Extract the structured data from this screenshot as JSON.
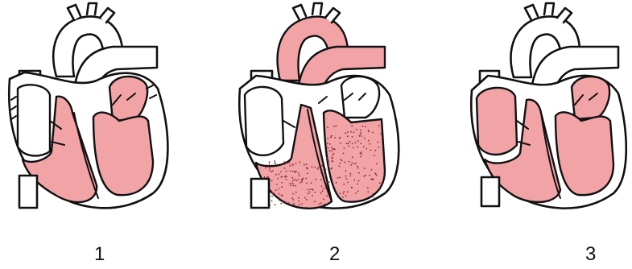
{
  "colors": {
    "chamber_fill": "#f2a3a6",
    "outline": "#111111",
    "background": "#ffffff"
  },
  "figures": [
    {
      "label": "1"
    },
    {
      "label": "2"
    },
    {
      "label": "3"
    }
  ]
}
